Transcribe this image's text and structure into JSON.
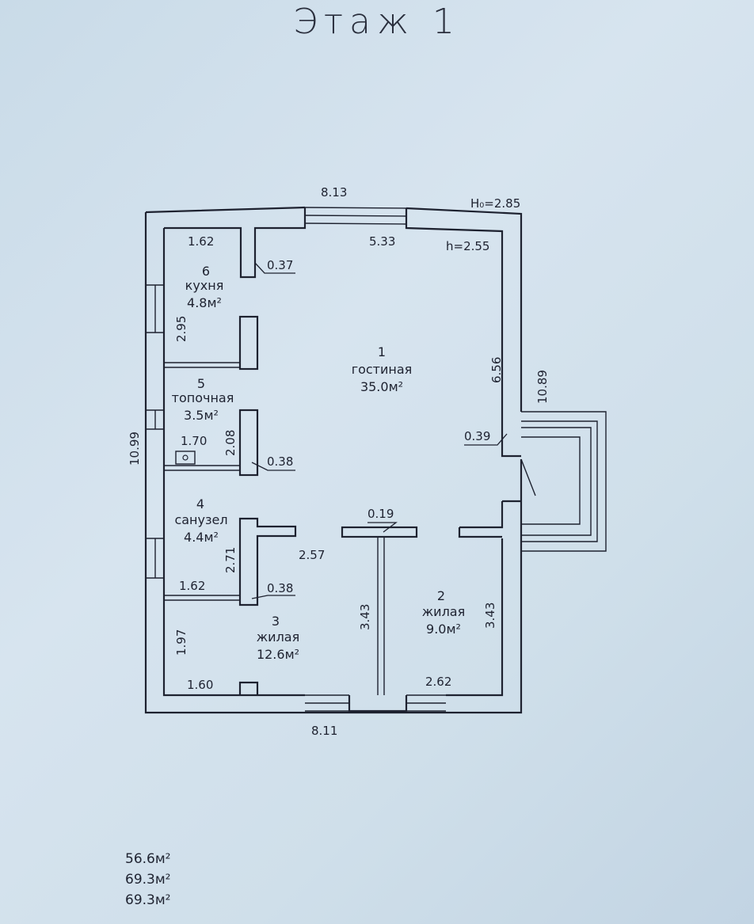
{
  "title": "Этаж 1",
  "rooms": [
    {
      "number": "1",
      "name": "гостиная",
      "area": "35.0м²"
    },
    {
      "number": "2",
      "name": "жилая",
      "area": "9.0м²"
    },
    {
      "number": "3",
      "name": "жилая",
      "area": "12.6м²"
    },
    {
      "number": "4",
      "name": "санузел",
      "area": "4.4м²"
    },
    {
      "number": "5",
      "name": "топочная",
      "area": "3.5м²"
    },
    {
      "number": "6",
      "name": "кухня",
      "area": "4.8м²"
    }
  ],
  "heights": {
    "outer": "H₀=2.85",
    "inner": "h=2.55"
  },
  "dimensions": {
    "top_outer": "8.13",
    "bottom_outer": "8.11",
    "left_outer": "10.99",
    "right_outer": "10.89",
    "living_width": "5.33",
    "living_depth": "6.56",
    "kitchen_width": "1.62",
    "kitchen_depth": "2.95",
    "wall_kitchen": "0.37",
    "boiler_width": "1.70",
    "boiler_depth": "2.08",
    "wall_boiler": "0.38",
    "wc_depth": "2.71",
    "wc_width": "1.62",
    "wall_wc": "0.38",
    "room3_width": "2.57",
    "room3_depth": "1.97",
    "room3_bottom": "1.60",
    "room3_side": "3.43",
    "room2_width": "2.62",
    "room2_depth": "3.43",
    "partition": "0.19",
    "wall_right": "0.39"
  },
  "totals": [
    "56.6м²",
    "69.3м²",
    "69.3м²"
  ]
}
